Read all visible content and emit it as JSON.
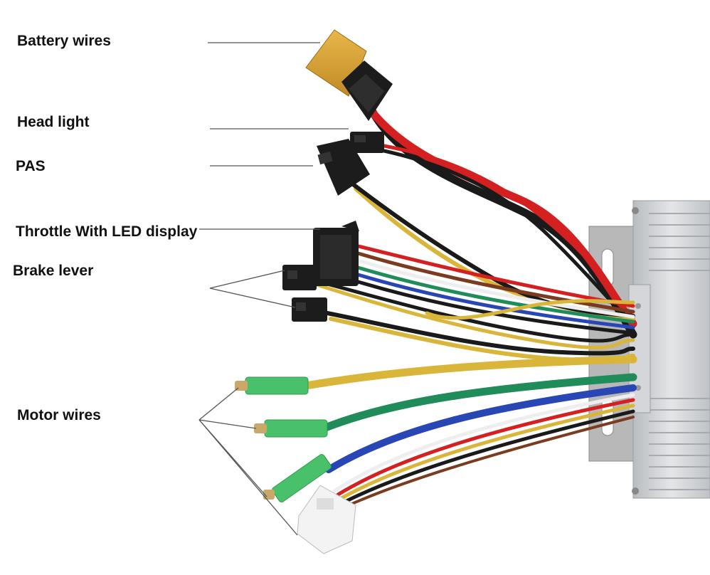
{
  "labels": {
    "battery": "Battery wires",
    "head_light": "Head light",
    "pas": "PAS",
    "throttle": "Throttle With LED display",
    "brake": "Brake lever",
    "motor": "Motor wires"
  },
  "colors": {
    "leader_line": "#555555",
    "wire_red": "#d42020",
    "wire_black": "#1a1a1a",
    "wire_yellow": "#d9b63a",
    "wire_green": "#1f8c5a",
    "wire_blue": "#2846b4",
    "wire_white": "#eeeeee",
    "wire_brown": "#7a3b1e",
    "xt60_connector": "#d9a53a",
    "bullet_sleeve": "#49c06a",
    "controller_body": "#c9ccd0"
  }
}
